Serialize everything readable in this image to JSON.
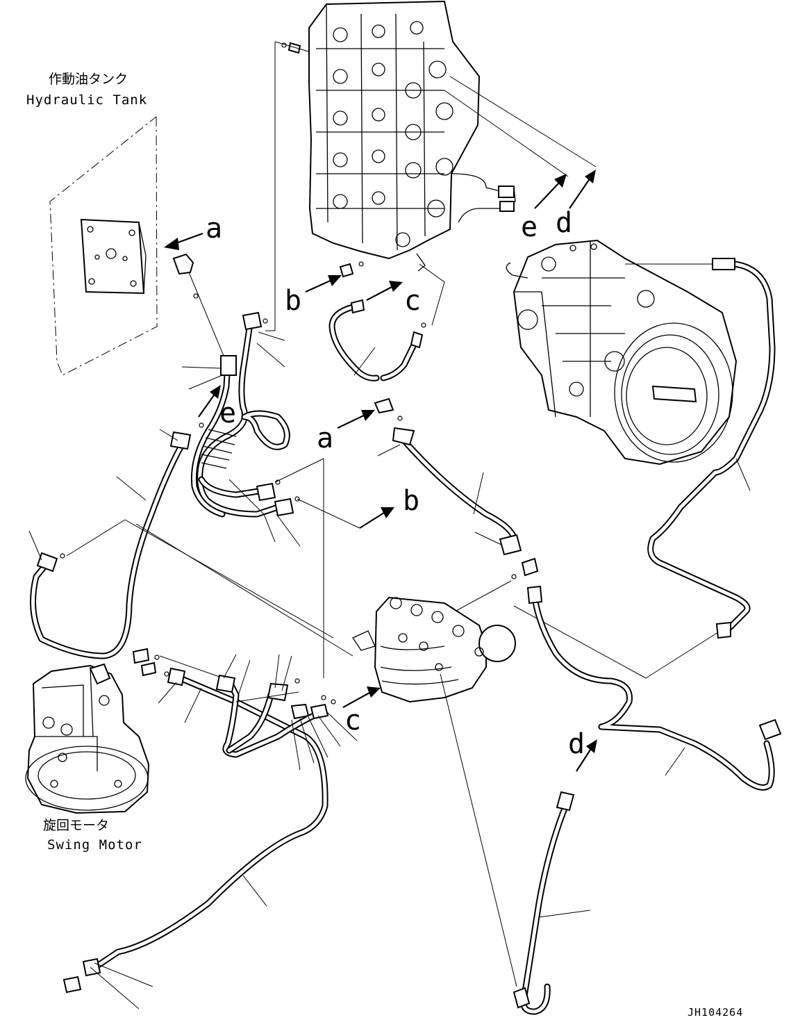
{
  "labels": {
    "hydraulic_tank_jp": "作動油タンク",
    "hydraulic_tank_en": "Hydraulic Tank",
    "swing_motor_jp": "旋回モータ",
    "swing_motor_en": "Swing Motor",
    "drawing_code": "JH104264"
  },
  "connection_markers": {
    "a_tank": "a",
    "a_center": "a",
    "b_top": "b",
    "b_mid": "b",
    "c_top": "c",
    "c_lower": "c",
    "d_top": "d",
    "d_lower": "d",
    "e_top": "e",
    "e_left": "e"
  }
}
